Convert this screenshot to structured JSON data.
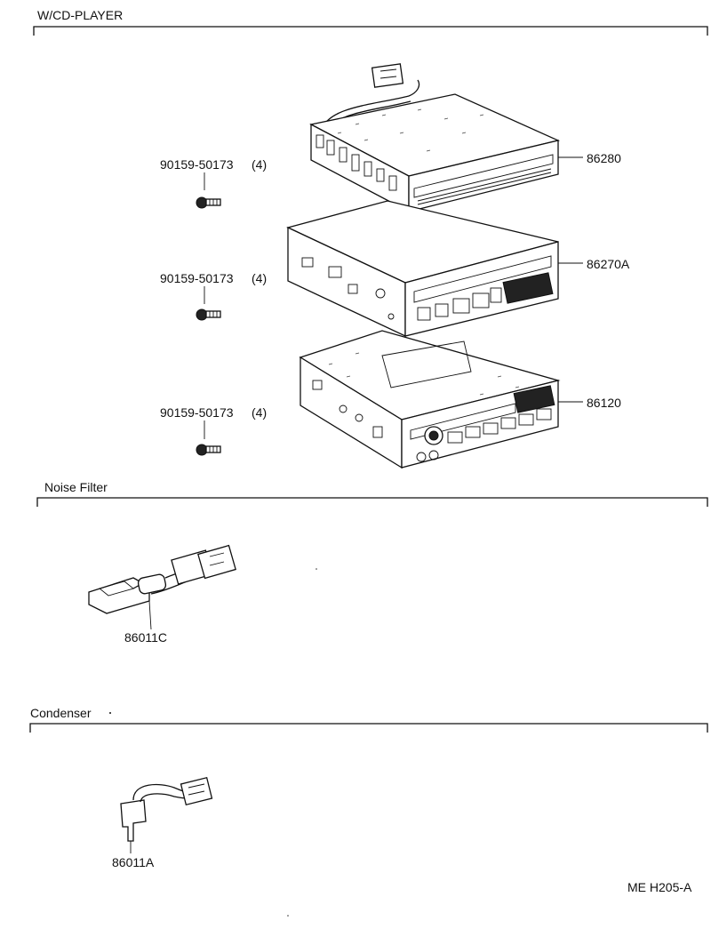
{
  "sections": {
    "cd_player": "W/CD-PLAYER",
    "noise_filter": "Noise Filter",
    "condenser": "Condenser"
  },
  "parts": {
    "p86280": "86280",
    "p86270a": "86270A",
    "p86120": "86120",
    "p86011c": "86011C",
    "p86011a": "86011A"
  },
  "screws": {
    "s1": "90159-50173",
    "s1_qty": "(4)",
    "s2": "90159-50173",
    "s2_qty": "(4)",
    "s3": "90159-50173",
    "s3_qty": "(4)"
  },
  "footer_code": "ME H205-A"
}
